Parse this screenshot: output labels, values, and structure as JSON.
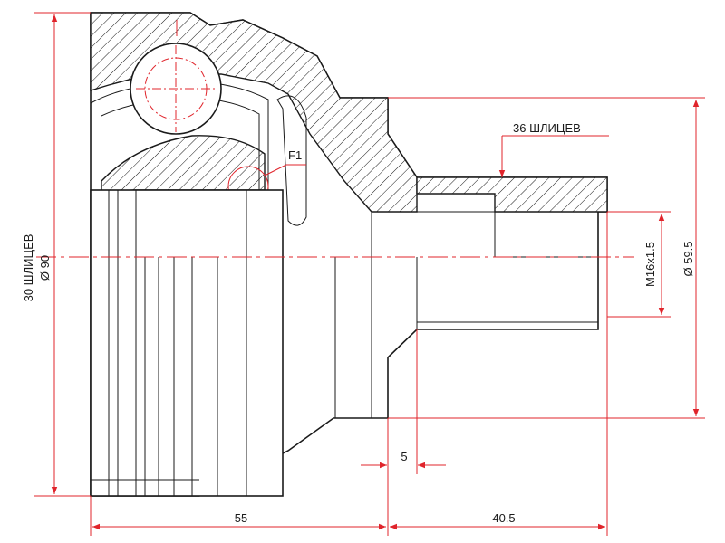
{
  "labels": {
    "splines_outer": "30 ШЛИЦЕВ",
    "diameter_outer": "Ø 90",
    "splines_shaft": "36 ШЛИЦЕВ",
    "detail_ref": "F1",
    "thread": "M16x1.5",
    "diameter_shaft": "Ø 59.5",
    "dim_body_length": "55",
    "dim_shaft_length": "40.5",
    "dim_step": "5"
  },
  "colors": {
    "line": "#1a1a1a",
    "dimension": "#e0242b"
  }
}
